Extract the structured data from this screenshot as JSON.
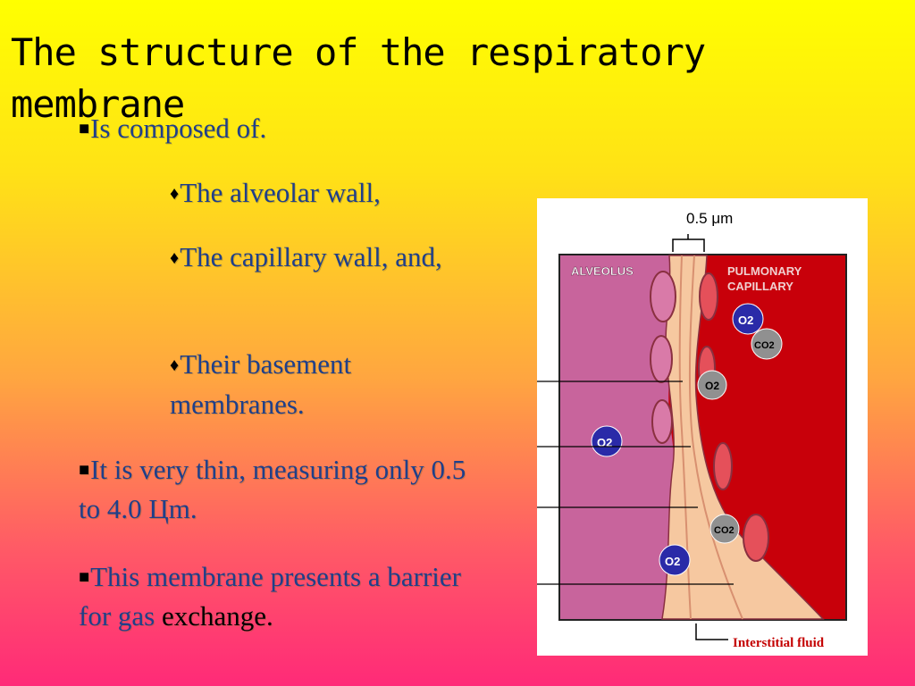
{
  "slide": {
    "title": "The structure of the respiratory membrane",
    "bullets": [
      {
        "text": "Is composed of."
      },
      {
        "text": "The alveolar wall,"
      },
      {
        "text": "The capillary wall, and,"
      },
      {
        "text": "Their basement membranes."
      },
      {
        "text": "It is very thin, measuring only 0.5 to 4.0 Цm."
      },
      {
        "text": "This membrane presents a barrier for gas ",
        "highlight": "exchange."
      }
    ]
  },
  "diagram": {
    "scale_label": "0.5 μm",
    "left_label": "ALVEOLUS",
    "right_label_line1": "PULMONARY",
    "right_label_line2": "CAPILLARY",
    "bottom_label": "Interstitial fluid",
    "molecules": [
      "O2",
      "CO2",
      "O2",
      "O2",
      "CO2",
      "O2"
    ],
    "colors": {
      "alveolus": "#c8649c",
      "capillary": "#c8000a",
      "membrane": "#f6c8a0",
      "interstitial_label": "#c40000"
    }
  }
}
